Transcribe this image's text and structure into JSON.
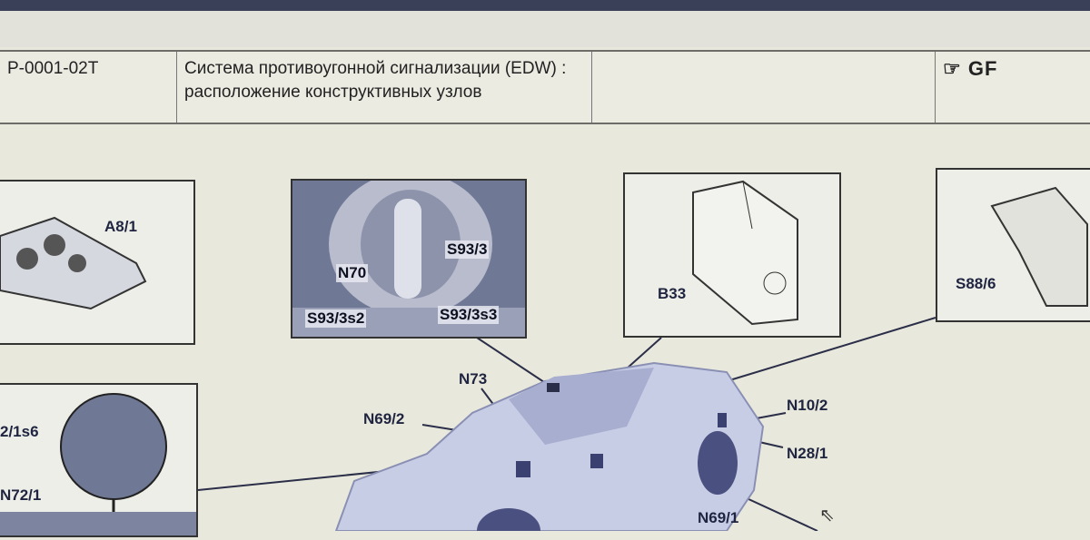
{
  "header": {
    "doc_code": "P-0001-02T",
    "title": "Система противоугонной сигнализации (EDW) : расположение конструктивных узлов",
    "marker_icon": "pointing-hand-icon",
    "marker_label": "GF"
  },
  "diagram": {
    "callouts": [
      "A8/1",
      "N70",
      "S93/3",
      "S93/3s2",
      "S93/3s3",
      "B33",
      "S88/6",
      "N73",
      "N69/2",
      "N10/2",
      "N28/1",
      "N69/1",
      "2/1s6",
      "N72/1"
    ]
  },
  "colors": {
    "ink": "#1f2440",
    "photo": "#6f7894",
    "car": "#c8cde6"
  }
}
